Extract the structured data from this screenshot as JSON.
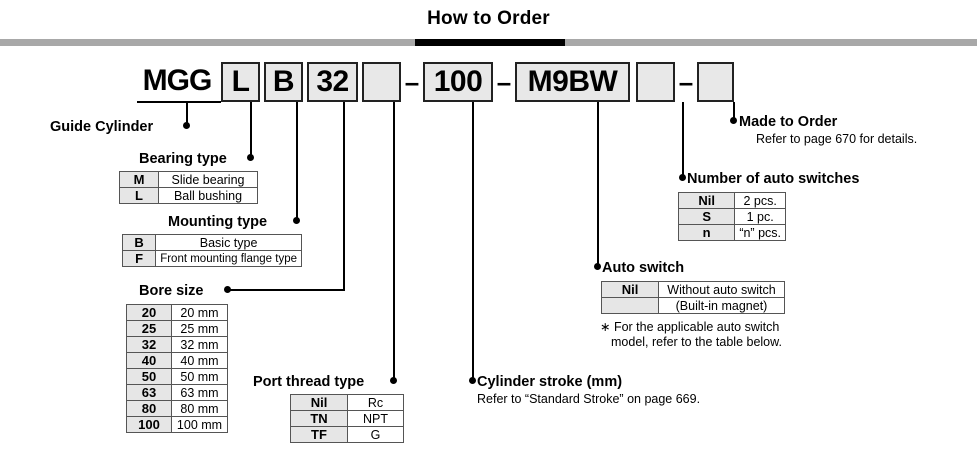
{
  "header": {
    "title": "How to Order",
    "rule_color": "#a8a8a8",
    "rule_accent_color": "#000000"
  },
  "model_code": {
    "prefix": "MGG",
    "segments": [
      {
        "name": "bearing-type",
        "value": "L"
      },
      {
        "name": "mounting-type",
        "value": "B"
      },
      {
        "name": "bore-size",
        "value": "32"
      },
      {
        "name": "port-thread-type",
        "value": ""
      },
      {
        "name": "cylinder-stroke",
        "value": "100"
      },
      {
        "name": "auto-switch",
        "value": "M9BW"
      },
      {
        "name": "number-of-auto-switches",
        "value": ""
      },
      {
        "name": "made-to-order",
        "value": ""
      }
    ],
    "separator": "–"
  },
  "callouts": {
    "guide_cylinder": {
      "label": "Guide Cylinder"
    },
    "bearing_type": {
      "label": "Bearing type",
      "rows": [
        {
          "code": "M",
          "desc": "Slide bearing"
        },
        {
          "code": "L",
          "desc": "Ball bushing"
        }
      ]
    },
    "mounting_type": {
      "label": "Mounting type",
      "rows": [
        {
          "code": "B",
          "desc": "Basic type"
        },
        {
          "code": "F",
          "desc": "Front mounting flange type"
        }
      ]
    },
    "bore_size": {
      "label": "Bore size",
      "rows": [
        {
          "code": "20",
          "desc": "20 mm"
        },
        {
          "code": "25",
          "desc": "25 mm"
        },
        {
          "code": "32",
          "desc": "32 mm"
        },
        {
          "code": "40",
          "desc": "40 mm"
        },
        {
          "code": "50",
          "desc": "50 mm"
        },
        {
          "code": "63",
          "desc": "63 mm"
        },
        {
          "code": "80",
          "desc": "80 mm"
        },
        {
          "code": "100",
          "desc": "100 mm"
        }
      ]
    },
    "port_thread_type": {
      "label": "Port thread type",
      "rows": [
        {
          "code": "Nil",
          "desc": "Rc"
        },
        {
          "code": "TN",
          "desc": "NPT"
        },
        {
          "code": "TF",
          "desc": "G"
        }
      ]
    },
    "cylinder_stroke": {
      "label": "Cylinder stroke (mm)",
      "note": "Refer to “Standard Stroke” on page 669."
    },
    "auto_switch": {
      "label": "Auto switch",
      "rows": [
        {
          "code": "Nil",
          "desc_line1": "Without auto switch",
          "desc_line2": "(Built-in magnet)"
        }
      ],
      "note_line1": "∗ For the applicable auto switch",
      "note_line2": "model, refer to the table below."
    },
    "number_of_auto_switches": {
      "label": "Number of auto switches",
      "rows": [
        {
          "code": "Nil",
          "desc": "2 pcs."
        },
        {
          "code": "S",
          "desc": "1 pc."
        },
        {
          "code": "n",
          "desc": "“n” pcs."
        }
      ]
    },
    "made_to_order": {
      "label": "Made to Order",
      "note": "Refer to page 670 for details."
    }
  }
}
